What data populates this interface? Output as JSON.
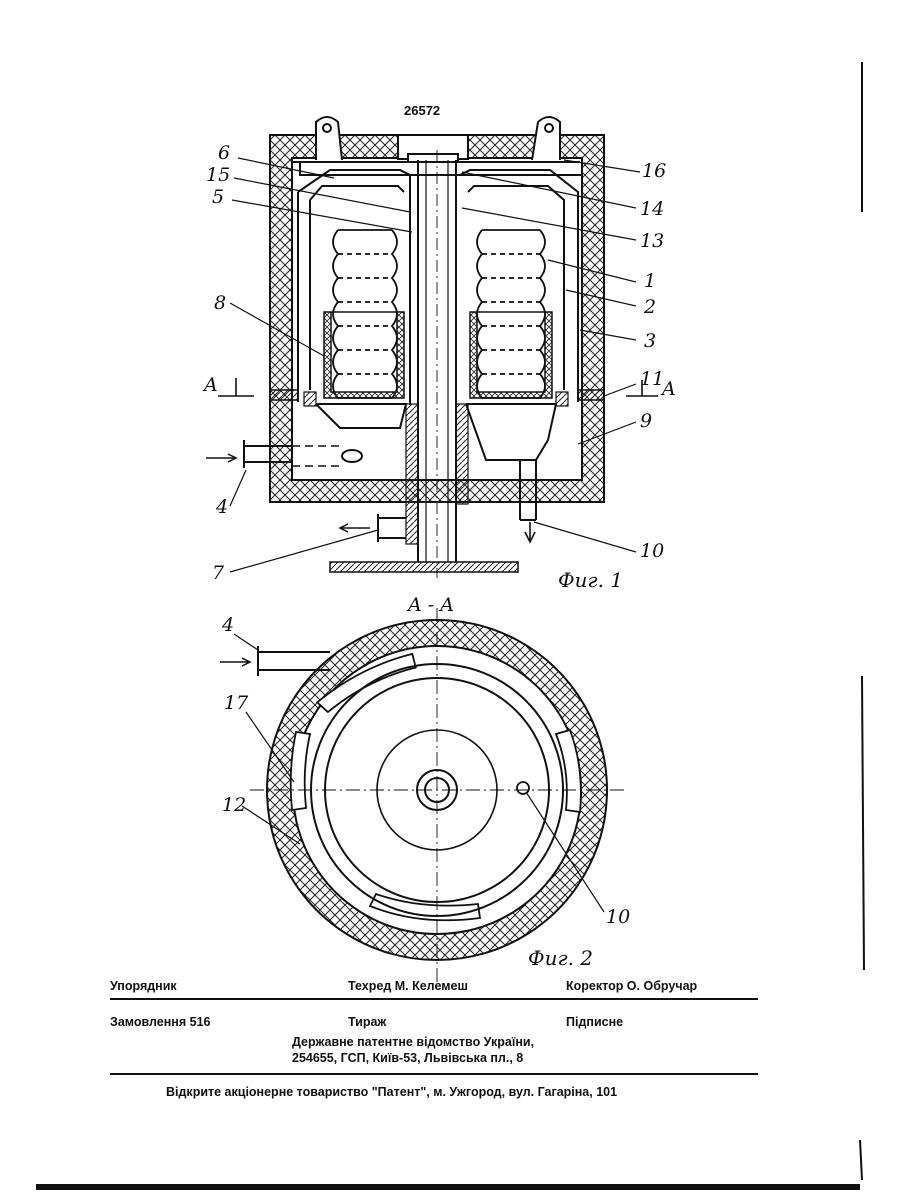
{
  "patent_number": "26572",
  "fig1": {
    "caption": "Фиг. 1",
    "labels": [
      "6",
      "15",
      "5",
      "8",
      "A",
      "4",
      "7",
      "16",
      "14",
      "13",
      "1",
      "2",
      "3",
      "11",
      "A",
      "9",
      "10"
    ]
  },
  "fig2": {
    "section_title": "A - A",
    "caption": "Фиг. 2",
    "labels": [
      "4",
      "17",
      "12",
      "10"
    ]
  },
  "imprint": {
    "row1": {
      "compiler": "Упорядник",
      "techred": "Техред М. Келемеш",
      "corrector": "Коректор О. Обручар"
    },
    "row2": {
      "order": "Замовлення 516",
      "circulation": "Тираж",
      "subscription": "Підписне"
    },
    "office_line1": "Державне патентне відомство України,",
    "office_line2": "254655, ГСП, Київ-53, Львівська пл., 8",
    "publisher": "Відкрите акціонерне товариство \"Патент\", м. Ужгород, вул. Гагаріна, 101"
  }
}
